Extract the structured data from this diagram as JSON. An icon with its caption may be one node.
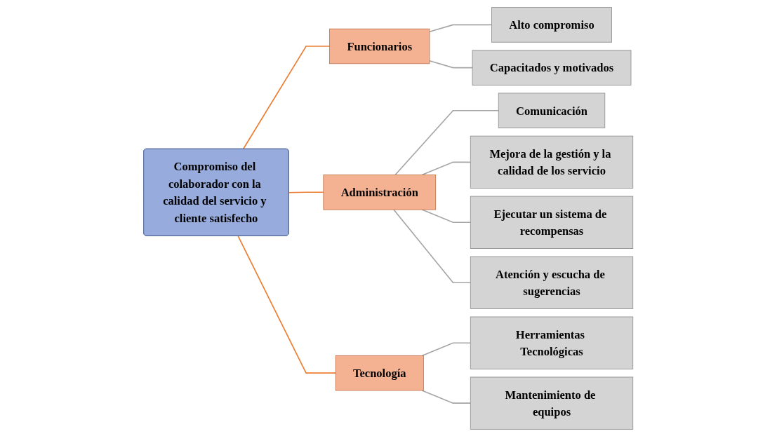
{
  "diagram": {
    "nodes": [
      {
        "text": [
          "Compromiso del colaborador con la calidad del servicio y cliente satisfecho"
        ]
      },
      {
        "text": [
          "Funcionarios"
        ]
      },
      {
        "text": [
          "Administración"
        ]
      },
      {
        "text": [
          "Tecnología"
        ]
      },
      {
        "text": [
          "Alto compromiso"
        ]
      },
      {
        "text": [
          "Capacitados y motivados"
        ]
      },
      {
        "text": [
          "Comunicación"
        ]
      },
      {
        "text": [
          "Mejora de la gestión y la calidad de los servicio"
        ]
      },
      {
        "text": [
          "Ejecutar un sistema de recompensas"
        ]
      },
      {
        "text": [
          "Atención y escucha de sugerencias"
        ]
      },
      {
        "text": [
          "Herramientas Tecnológicas"
        ]
      },
      {
        "text": [
          "Mantenimiento de equipos"
        ]
      }
    ],
    "edges": [
      {
        "from": 0,
        "to": 1,
        "arrow": "none",
        "color": "#ed7d31"
      },
      {
        "from": 0,
        "to": 2,
        "arrow": "none",
        "color": "#ed7d31"
      },
      {
        "from": 0,
        "to": 3,
        "arrow": "none",
        "color": "#ed7d31"
      },
      {
        "from": 1,
        "to": 4,
        "arrow": "none"
      },
      {
        "from": 1,
        "to": 5,
        "arrow": "none"
      },
      {
        "from": 2,
        "to": 6,
        "arrow": "none"
      },
      {
        "from": 2,
        "to": 7,
        "arrow": "none"
      },
      {
        "from": 2,
        "to": 8,
        "arrow": "none"
      },
      {
        "from": 2,
        "to": 9,
        "arrow": "none"
      },
      {
        "from": 3,
        "to": 10,
        "arrow": "none"
      },
      {
        "from": 3,
        "to": 11,
        "arrow": "none"
      }
    ]
  }
}
